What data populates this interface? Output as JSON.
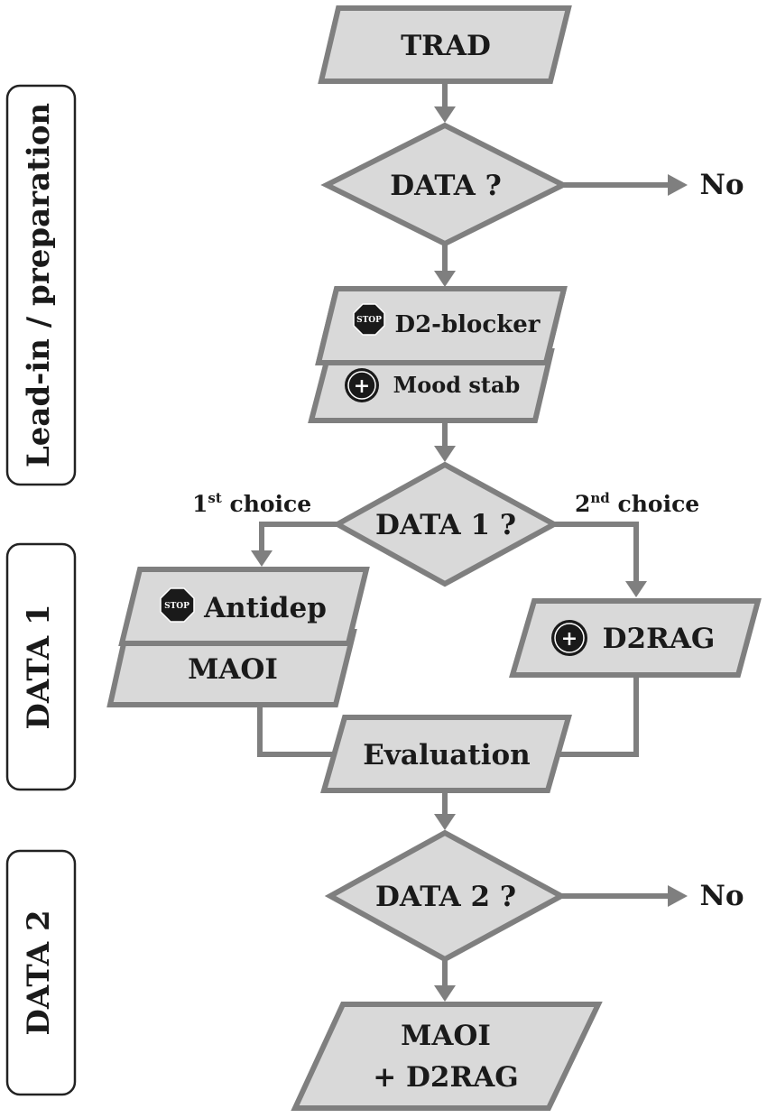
{
  "sidebar": {
    "lead_in": "Lead-in / preparation",
    "data1": "DATA 1",
    "data2": "DATA 2"
  },
  "nodes": {
    "trad": "TRAD",
    "data_q": "DATA ?",
    "no_top": "No",
    "d2_blocker": "D2-blocker",
    "mood_stab": "Mood stab",
    "data1_q": "DATA 1 ?",
    "first_choice_num": "1",
    "first_choice_sup": "st",
    "first_choice_word": " choice",
    "second_choice_num": "2",
    "second_choice_sup": "nd",
    "second_choice_word": " choice",
    "antidep": "Antidep",
    "maoi": "MAOI",
    "d2rag": "D2RAG",
    "evaluation": "Evaluation",
    "data2_q": "DATA 2 ?",
    "no_bottom": "No",
    "final_line1": "MAOI",
    "final_line2": "+ D2RAG"
  },
  "icons": {
    "stop_text": "STOP",
    "plus_text": "+"
  }
}
